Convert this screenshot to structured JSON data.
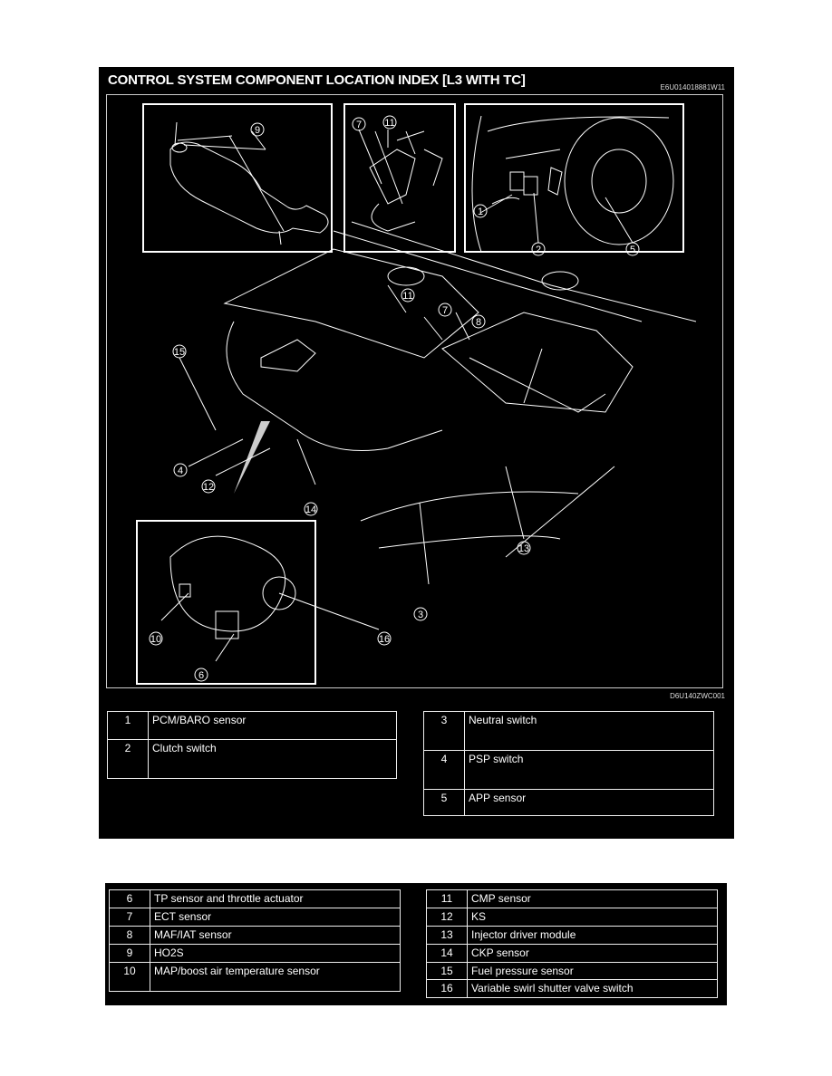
{
  "header": {
    "title": "CONTROL SYSTEM COMPONENT LOCATION INDEX [L3 WITH TC]",
    "doc_code": "E6U014018881W11"
  },
  "figure": {
    "code": "D6U140ZWC001",
    "insets": [
      {
        "name": "exhaust-catalyst-inset",
        "callouts": [
          "9"
        ]
      },
      {
        "name": "engine-sensor-inset",
        "callouts": [
          "7",
          "11"
        ]
      },
      {
        "name": "dashboard-inset",
        "callouts": [
          "1",
          "2",
          "5"
        ]
      },
      {
        "name": "intake-manifold-inset",
        "callouts": [
          "10",
          "16",
          "6"
        ]
      }
    ],
    "main_callouts": [
      "11",
      "7",
      "8",
      "15",
      "4",
      "12",
      "14",
      "13",
      "3"
    ]
  },
  "legend_top_left": [
    {
      "num": "1",
      "label": "PCM/BARO sensor"
    },
    {
      "num": "2",
      "label": "Clutch switch"
    }
  ],
  "legend_top_right": [
    {
      "num": "3",
      "label": "Neutral switch"
    },
    {
      "num": "4",
      "label": "PSP switch"
    },
    {
      "num": "5",
      "label": "APP sensor"
    }
  ],
  "legend_bottom_left": [
    {
      "num": "6",
      "label": "TP sensor and throttle actuator"
    },
    {
      "num": "7",
      "label": "ECT sensor"
    },
    {
      "num": "8",
      "label": "MAF/IAT sensor"
    },
    {
      "num": "9",
      "label": "HO2S"
    },
    {
      "num": "10",
      "label": "MAP/boost air temperature sensor"
    }
  ],
  "legend_bottom_right": [
    {
      "num": "11",
      "label": "CMP sensor"
    },
    {
      "num": "12",
      "label": "KS"
    },
    {
      "num": "13",
      "label": "Injector driver module"
    },
    {
      "num": "14",
      "label": "CKP sensor"
    },
    {
      "num": "15",
      "label": "Fuel pressure sensor"
    },
    {
      "num": "16",
      "label": "Variable swirl shutter valve switch"
    }
  ]
}
